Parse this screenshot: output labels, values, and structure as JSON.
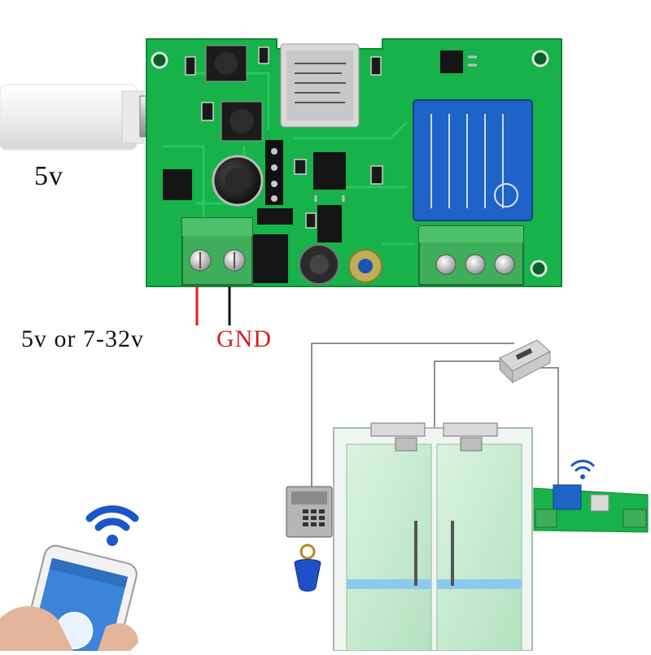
{
  "labels": {
    "usb_voltage": "5v",
    "supply_voltage": "5v or 7-32v",
    "ground": "GND"
  },
  "colors": {
    "pcb": "#17b24a",
    "relay": "#1e63c7",
    "terminal": "#3fae5a",
    "wire_positive": "#e01b1b",
    "ground_text": "#d81e1e",
    "wifi": "#1a57c8",
    "door_glass": "#c6ecd0"
  }
}
